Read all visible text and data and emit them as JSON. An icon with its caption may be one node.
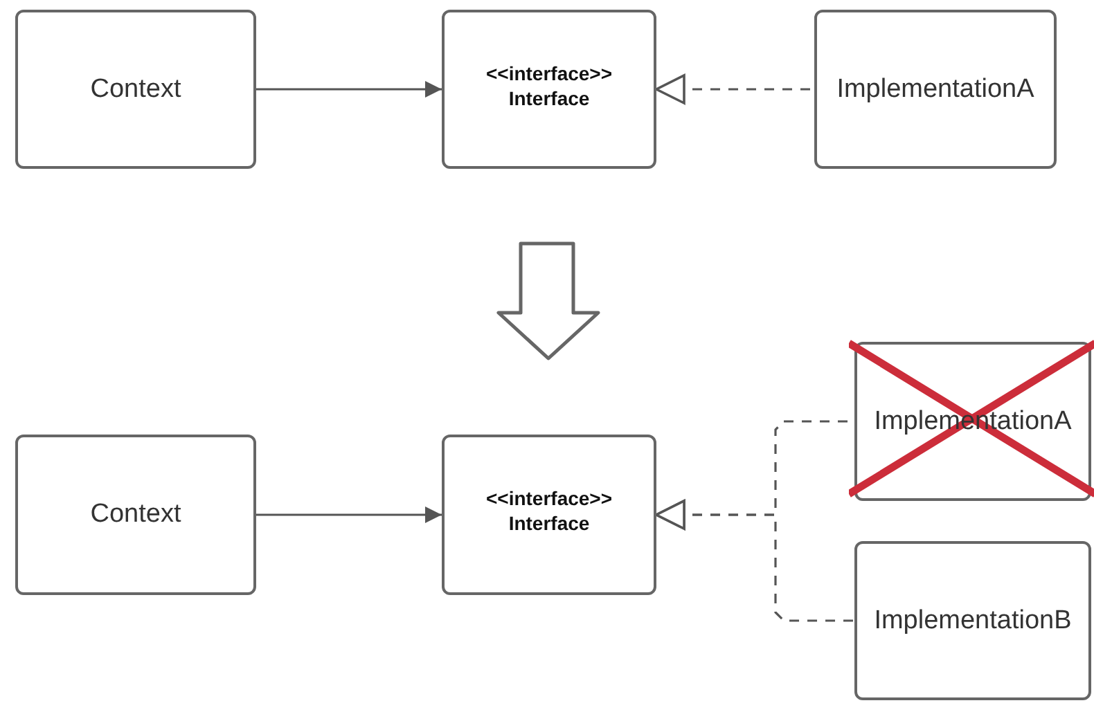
{
  "diagram": {
    "nodes": [
      {
        "text": [
          "Context"
        ]
      },
      {
        "text": [
          "<<interface>>",
          "Interface"
        ]
      },
      {
        "text": [
          "ImplementationA"
        ]
      },
      {
        "text": [
          "Context"
        ]
      },
      {
        "text": [
          "<<interface>>",
          "Interface"
        ]
      },
      {
        "text": [
          "ImplementationA"
        ]
      },
      {
        "text": [
          "ImplementationB"
        ]
      }
    ],
    "edges": [
      {
        "from": 0,
        "to": 1,
        "arrow": "to"
      },
      {
        "from": 2,
        "to": 1,
        "arrow": "to",
        "style": "dashed"
      },
      {
        "from": 3,
        "to": 4,
        "arrow": "to"
      },
      {
        "from": 5,
        "to": 4,
        "arrow": "to",
        "style": "dashed"
      },
      {
        "from": 6,
        "to": 4,
        "arrow": "to",
        "style": "dashed"
      }
    ]
  }
}
